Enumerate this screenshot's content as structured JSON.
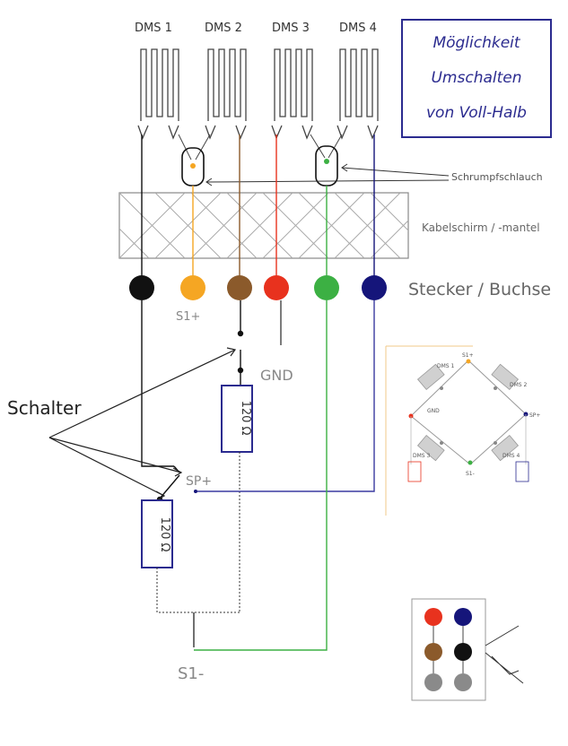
{
  "title": {
    "line1": "Möglichkeit",
    "line2": "Umschalten",
    "line3": "von Voll-Halb"
  },
  "labels": {
    "dms1": "DMS 1",
    "dms2": "DMS 2",
    "dms3": "DMS 3",
    "dms4": "DMS 4",
    "schrumpfschlauch": "Schrumpfschlauch",
    "kabelschirm": "Kabelschirm / -mantel",
    "stecker": "Stecker / Buchse",
    "s1plus": "S1+",
    "gnd": "GND",
    "schalter": "Schalter",
    "sp_plus": "SP+",
    "s1minus": "S1-",
    "resistor_a": "120 Ω",
    "resistor_b": "120 Ω"
  },
  "inset_bridge": {
    "dms1": "DMS 1",
    "dms2": "DMS 2",
    "dms3": "DMS 3",
    "dms4": "DMS 4",
    "gnd": "GND",
    "s1": "S1+",
    "sp": "SP+",
    "s1m": "S1-"
  },
  "wire_colors": {
    "black": "#111111",
    "orange": "#f5a623",
    "brown": "#8b5a2b",
    "red": "#e8321e",
    "green": "#3cb043",
    "navy": "#15157a",
    "gray": "#8a8a8a",
    "accent": "#2b2b8f"
  }
}
